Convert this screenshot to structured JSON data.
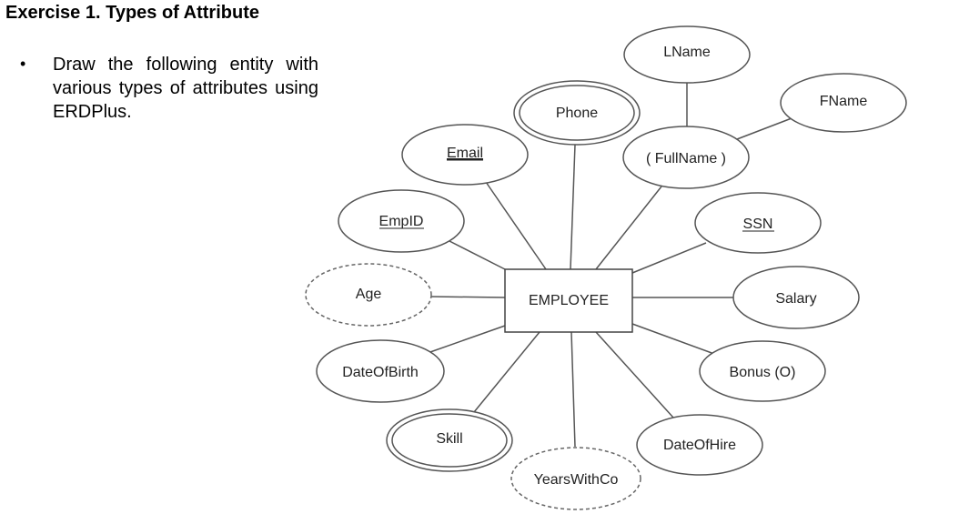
{
  "heading": "Exercise 1. Types of Attribute",
  "instruction": {
    "bullet": "•",
    "text": "Draw the following entity with various types of attributes using ERDPlus."
  },
  "diagram": {
    "entity": "EMPLOYEE",
    "attributes": {
      "lname": "LName",
      "fname": "FName",
      "phone": "Phone",
      "email": "Email",
      "fullname": "( FullName )",
      "empid": "EmpID",
      "ssn": "SSN",
      "age": "Age",
      "salary": "Salary",
      "dateofbirth": "DateOfBirth",
      "bonus": "Bonus (O)",
      "skill": "Skill",
      "dateofhire": "DateOfHire",
      "yearswithco": "YearsWithCo"
    }
  }
}
